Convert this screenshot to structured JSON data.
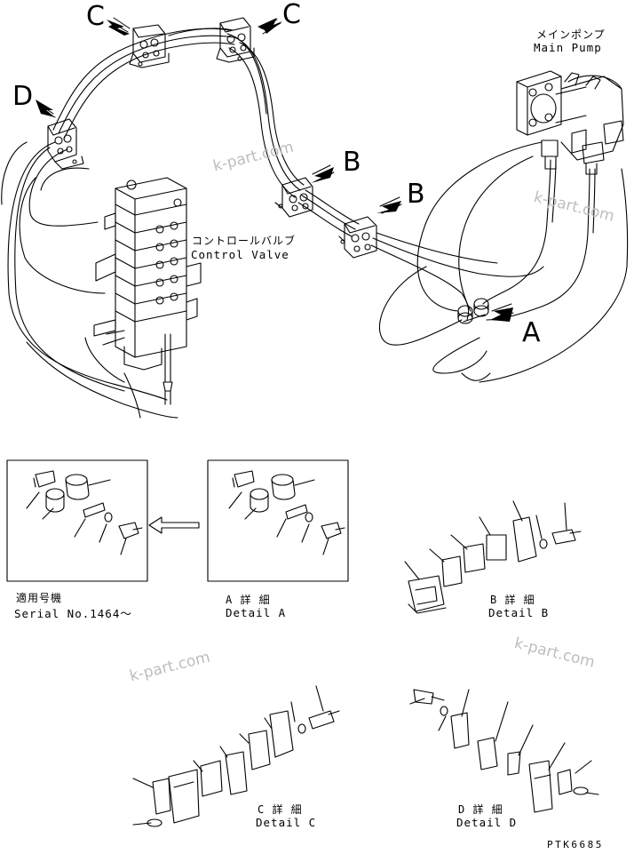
{
  "callouts": {
    "a": "A",
    "b": "B",
    "c": "C",
    "d": "D"
  },
  "main_pump": {
    "jp": "メインポンプ",
    "en": "Main Pump"
  },
  "control_valve": {
    "jp": "コントロールバルブ",
    "en": "Control Valve"
  },
  "details": {
    "serial": {
      "jp": "適用号機",
      "en": "Serial No.1464～"
    },
    "a": {
      "jp": "A 詳 細",
      "en": "Detail A"
    },
    "b": {
      "jp": "B 詳 細",
      "en": "Detail B"
    },
    "c": {
      "jp": "C 詳 細",
      "en": "Detail C"
    },
    "d": {
      "jp": "D 詳 細",
      "en": "Detail D"
    }
  },
  "watermark": "k-part.com",
  "drawing_code": "PTK6685",
  "colors": {
    "line": "#000000",
    "watermark": "#bdbdbd",
    "background": "#ffffff"
  }
}
